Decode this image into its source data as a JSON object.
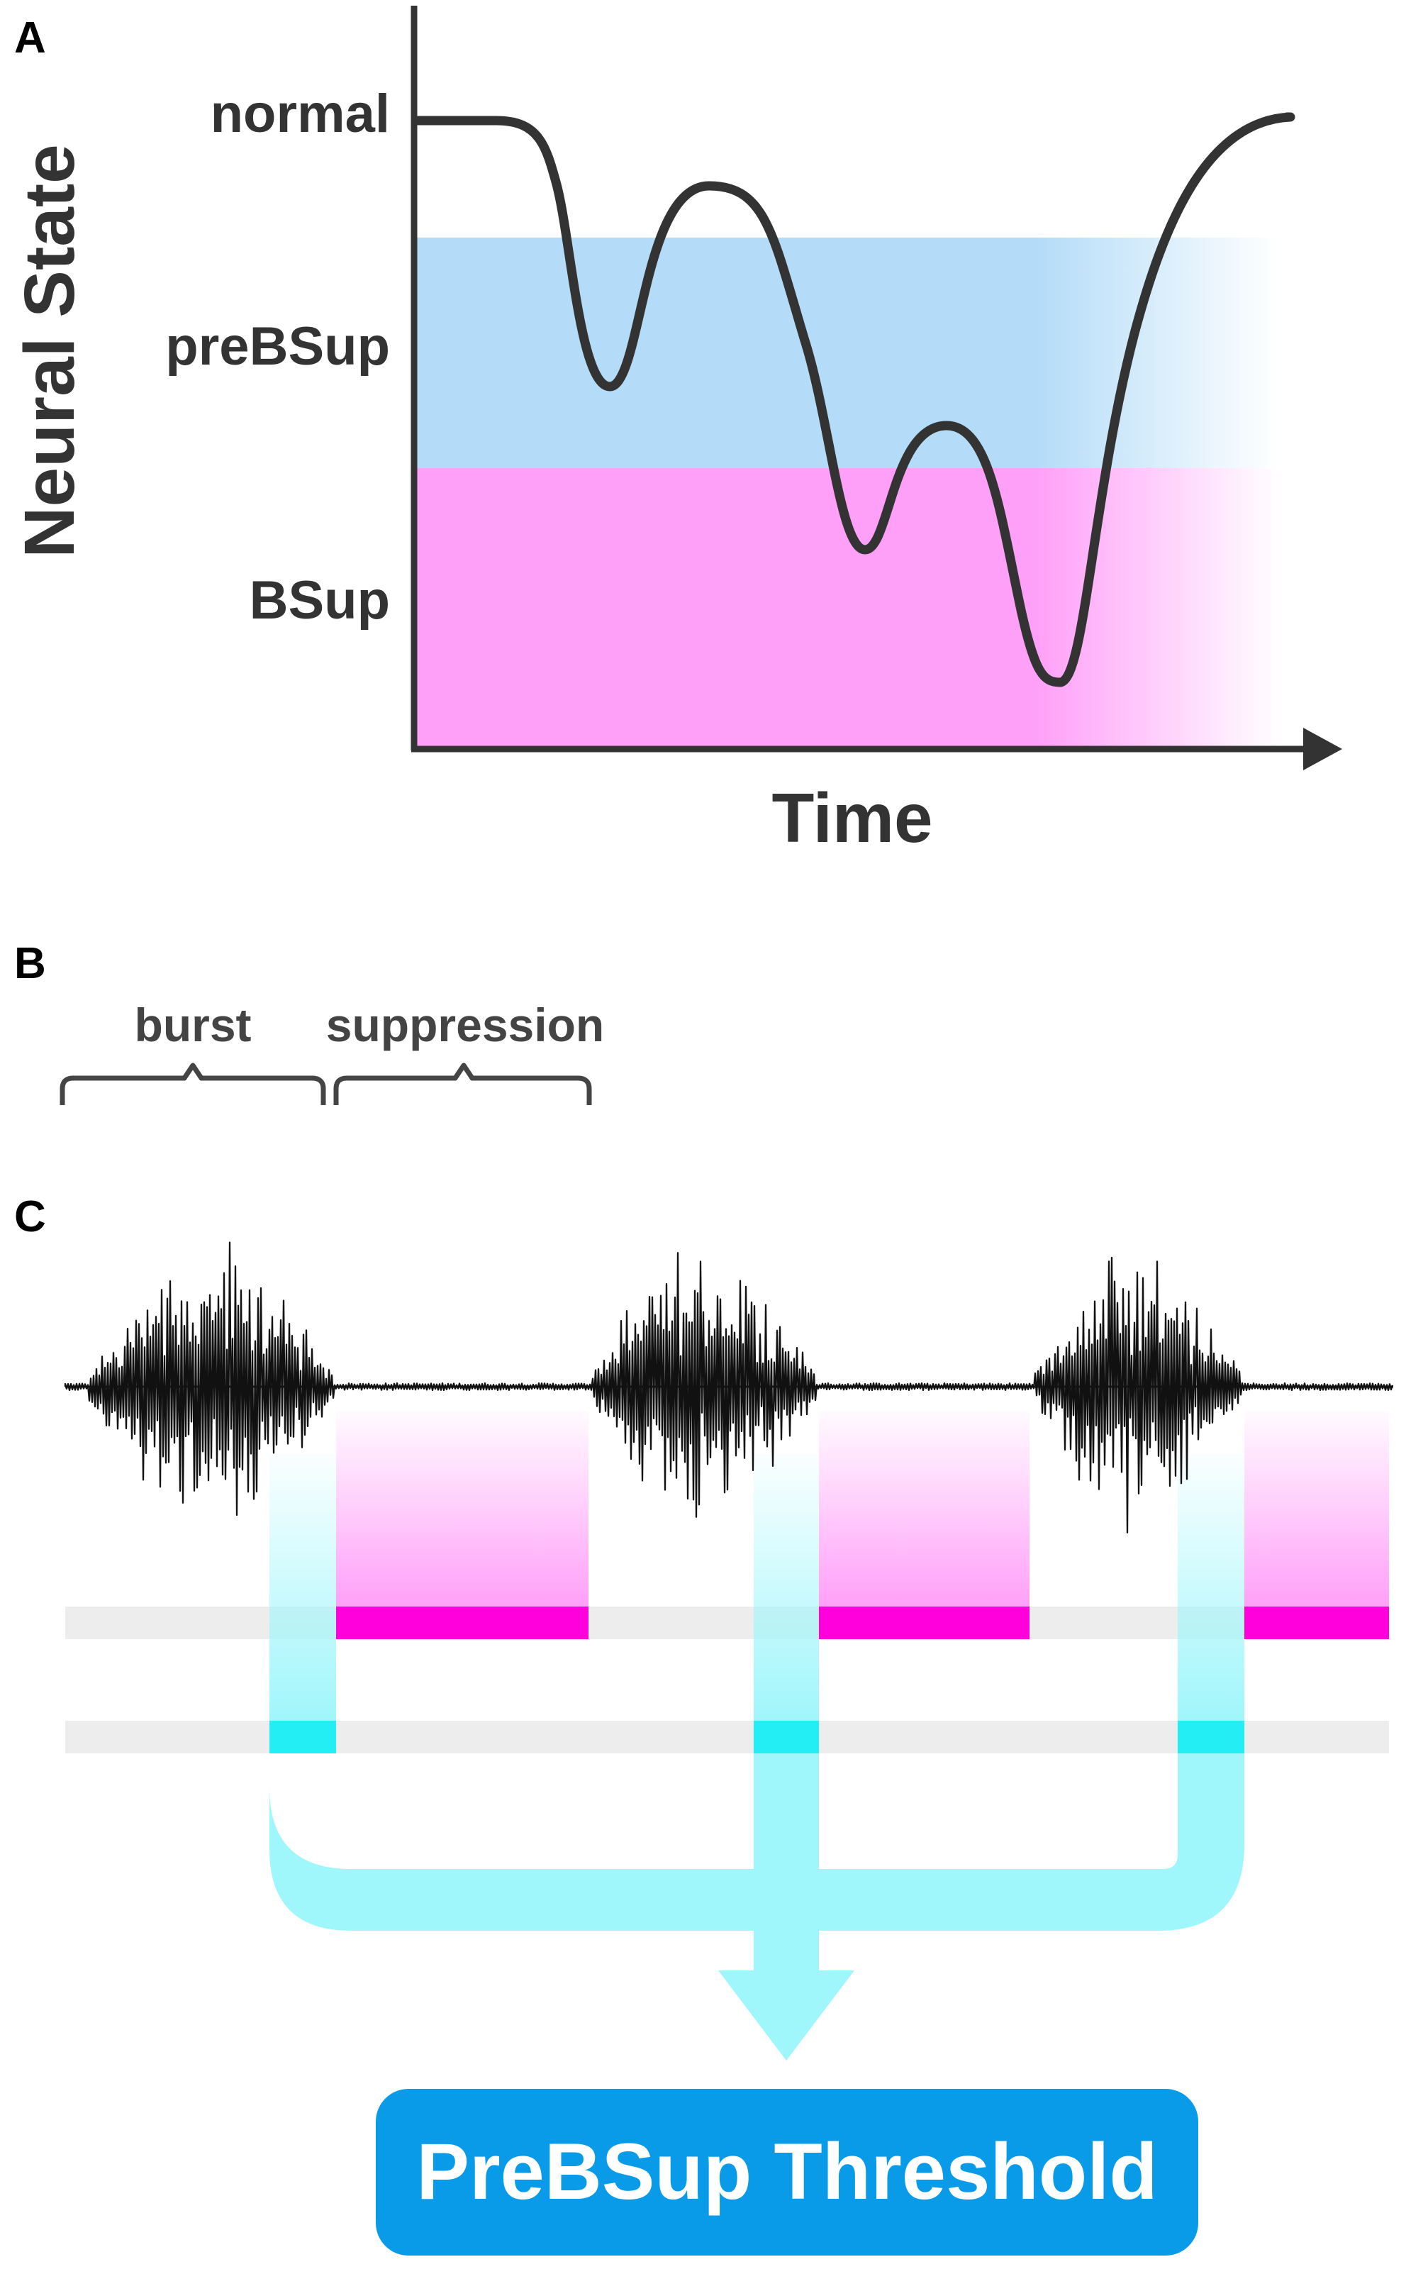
{
  "panels": {
    "a": "A",
    "b": "B",
    "c": "C"
  },
  "panel_a": {
    "y_axis_label": "Neural State",
    "x_axis_label": "Time",
    "states": {
      "normal": "normal",
      "prebsup": "preBSup",
      "bsup": "BSup"
    }
  },
  "panel_b": {
    "burst_label": "burst",
    "suppression_label": "suppression"
  },
  "panel_c": {
    "threshold_label": "PreBSup Threshold"
  },
  "colors": {
    "prebsup_band": "#b4dcf8",
    "bsup_band": "#ffa0f8",
    "suppression_marker": "#ff00dd",
    "burst_marker": "#22eef4",
    "flow_arrow": "#9ff6fb",
    "track_gray": "#ededed",
    "threshold_box": "#0a9be8",
    "ink": "#333333"
  }
}
